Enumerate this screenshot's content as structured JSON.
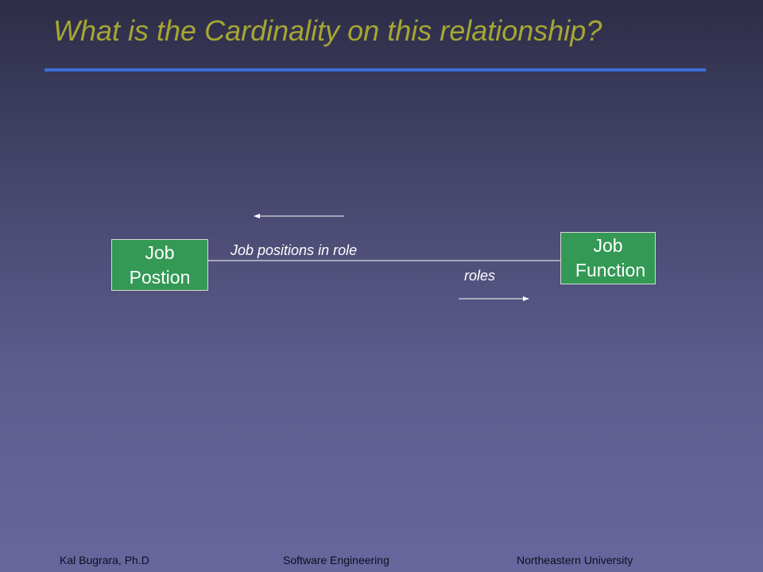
{
  "slide": {
    "title": "What is the Cardinality on this relationship?"
  },
  "diagram": {
    "entity_left": {
      "line1": "Job",
      "line2": "Postion"
    },
    "entity_right": {
      "line1": "Job",
      "line2": "Function"
    },
    "relationship_label_left_direction": "Job positions in role",
    "relationship_label_right_direction": "roles"
  },
  "footer": {
    "author": "Kal Bugrara, Ph.D",
    "course": "Software Engineering",
    "institution": "Northeastern University"
  },
  "colors": {
    "title": "#a6a634",
    "title_rule": "#3a6fd8",
    "entity_fill": "#339955",
    "line": "#ffffff"
  }
}
